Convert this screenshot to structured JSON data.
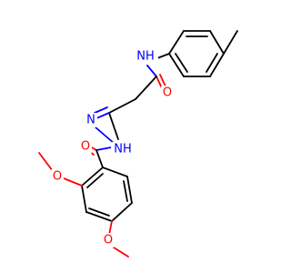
{
  "colors": {
    "background": "#ffffff",
    "bond": "#000000",
    "oxygen": "#ff0000",
    "nitrogen": "#0000ff"
  },
  "atoms": {
    "nh_amide": "NH",
    "o_amide": "O",
    "o_hydrazide": "O",
    "n_imine": "N",
    "nh_hydrazide": "NH",
    "o_methoxy_ortho": "O",
    "o_methoxy_para": "O"
  }
}
